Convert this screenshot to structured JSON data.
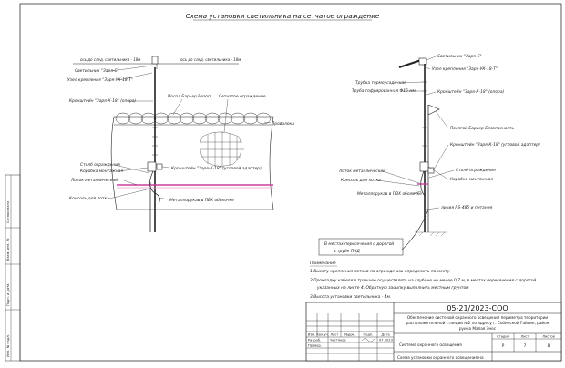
{
  "title": "Схема установки светильника на сетчатое ограждение",
  "left": {
    "dim_axis_left": "ось до след. светильника - 18м",
    "dim_axis_right": "ось до след. светильника - 18м",
    "lamp": "Светильник \"Заря-С\"",
    "mount": "Узел крепления \"Заря-УК-18-Т\"",
    "bracket": "Кронштейн \"Заря-К-18\" (опора)",
    "barrier": "Посол Барьер Безоп.",
    "mesh": "Сетчатое ограждение",
    "wire": "Проволока",
    "post": "Столб ограждения",
    "box": "Коробка монтажная",
    "tray": "Лоток металлический",
    "console": "Консоль для лотка",
    "adapter": "Кронштейн \"Заря-К-18\" (угловой адаптер)",
    "hose": "Металлорукав в ПВХ оболочке"
  },
  "right": {
    "lamp": "Светильник \"Заря-С\"",
    "mount": "Узел крепления \"Заря-УК-18-Т\"",
    "tube1": "Трубка термоусадочная",
    "tube2": "Труба гофрированная Ф16 мм",
    "bracket": "Кронштейн \"Заря-К-18\" (опора)",
    "barrier": "Посягой Барьер Безопасность",
    "adapter": "Кронштейн \"Заря-К-18\" (угловой адаптер)",
    "post": "Столб ограждения",
    "box": "Коробка монтажная",
    "tray": "Лоток металлический",
    "console": "Консоль для лотка",
    "hose": "Металлорукав в ПВХ оболочке",
    "cable": "линия RS-485 и питания",
    "crossing_1": "В местах пересечения с дорогой",
    "crossing_2": "в трубе ПНД"
  },
  "notes": {
    "heading": "Примечание",
    "items": [
      "1 Высоту крепления лотков по ограждению определить по месту",
      "2 Прокладку кабеля в траншее осуществлять на глубине не менее 0,7 м, в местах пересечения с дорогой",
      "указанных на листе 4. Обратную засыпку выполнить местным грунтом",
      "3 Высота установки светильника - 4м."
    ]
  },
  "stamp": {
    "code": "05-21/2023-СОО",
    "desc": [
      "Обеспечение системой охранного освещения периметра территории",
      "расположительной станции №2 по адресу г. Собинской Гайсин, район",
      "руина Малая Энес"
    ],
    "system": "Система охранного освещения",
    "sheet_title": "Схема установки охранного освещения на",
    "col_heads": [
      "Изм.",
      "Кол.уч.",
      "Лист",
      "№док.",
      "Подп.",
      "Дата"
    ],
    "row_labels": [
      "Разраб.",
      "Провер."
    ],
    "name": "Чистяков",
    "date": "07.2023",
    "stage_heads": [
      "Стадия",
      "Лист",
      "Листов"
    ],
    "stage_vals": [
      "Р",
      "7",
      "8"
    ]
  },
  "side_stamp": [
    "Согласовано",
    "Взам. инв. №",
    "Подп. и дата",
    "Инв. № подл."
  ]
}
